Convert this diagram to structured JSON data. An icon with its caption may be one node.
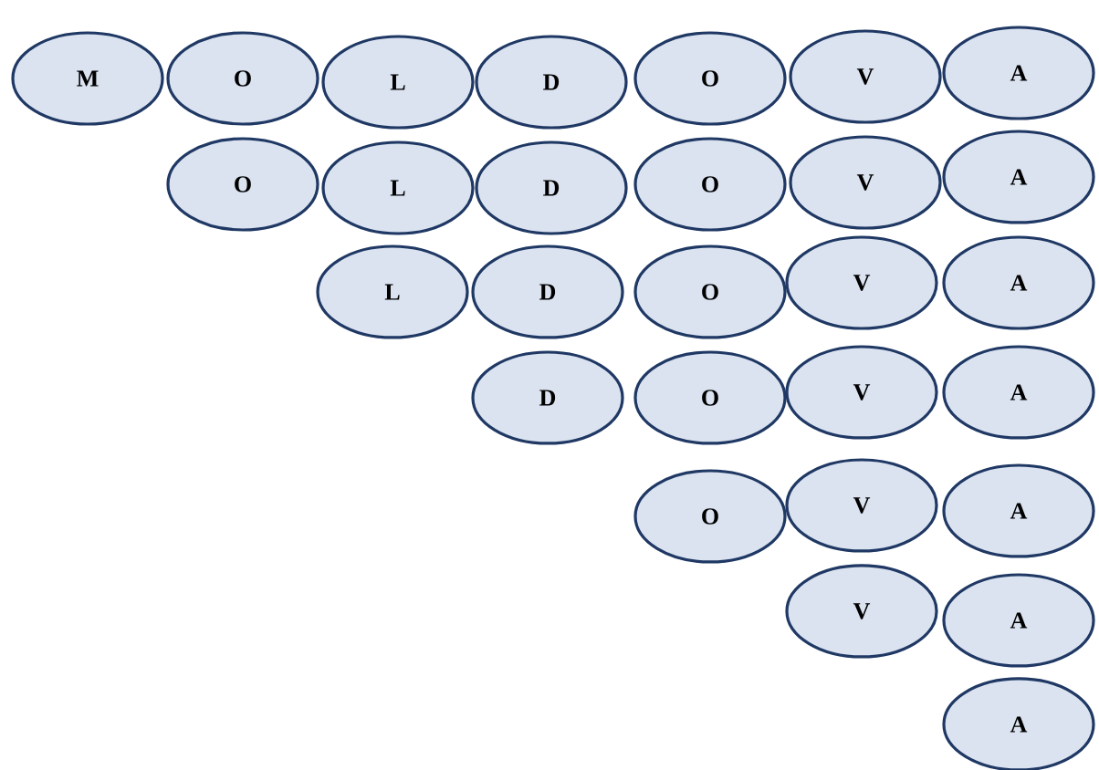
{
  "diagram": {
    "nodes": [
      {
        "text": [
          "M"
        ]
      },
      {
        "text": [
          "O"
        ]
      },
      {
        "text": [
          "L"
        ]
      },
      {
        "text": [
          "D"
        ]
      },
      {
        "text": [
          "O"
        ]
      },
      {
        "text": [
          "V"
        ]
      },
      {
        "text": [
          "A"
        ]
      },
      {
        "text": [
          "O"
        ]
      },
      {
        "text": [
          "L"
        ]
      },
      {
        "text": [
          "D"
        ]
      },
      {
        "text": [
          "O"
        ]
      },
      {
        "text": [
          "V"
        ]
      },
      {
        "text": [
          "A"
        ]
      },
      {
        "text": [
          "L"
        ]
      },
      {
        "text": [
          "D"
        ]
      },
      {
        "text": [
          "O"
        ]
      },
      {
        "text": [
          "V"
        ]
      },
      {
        "text": [
          "A"
        ]
      },
      {
        "text": [
          "D"
        ]
      },
      {
        "text": [
          "O"
        ]
      },
      {
        "text": [
          "V"
        ]
      },
      {
        "text": [
          "A"
        ]
      },
      {
        "text": [
          "O"
        ]
      },
      {
        "text": [
          "V"
        ]
      },
      {
        "text": [
          "A"
        ]
      },
      {
        "text": [
          "V"
        ]
      },
      {
        "text": [
          "A"
        ]
      },
      {
        "text": [
          "A"
        ]
      }
    ]
  }
}
